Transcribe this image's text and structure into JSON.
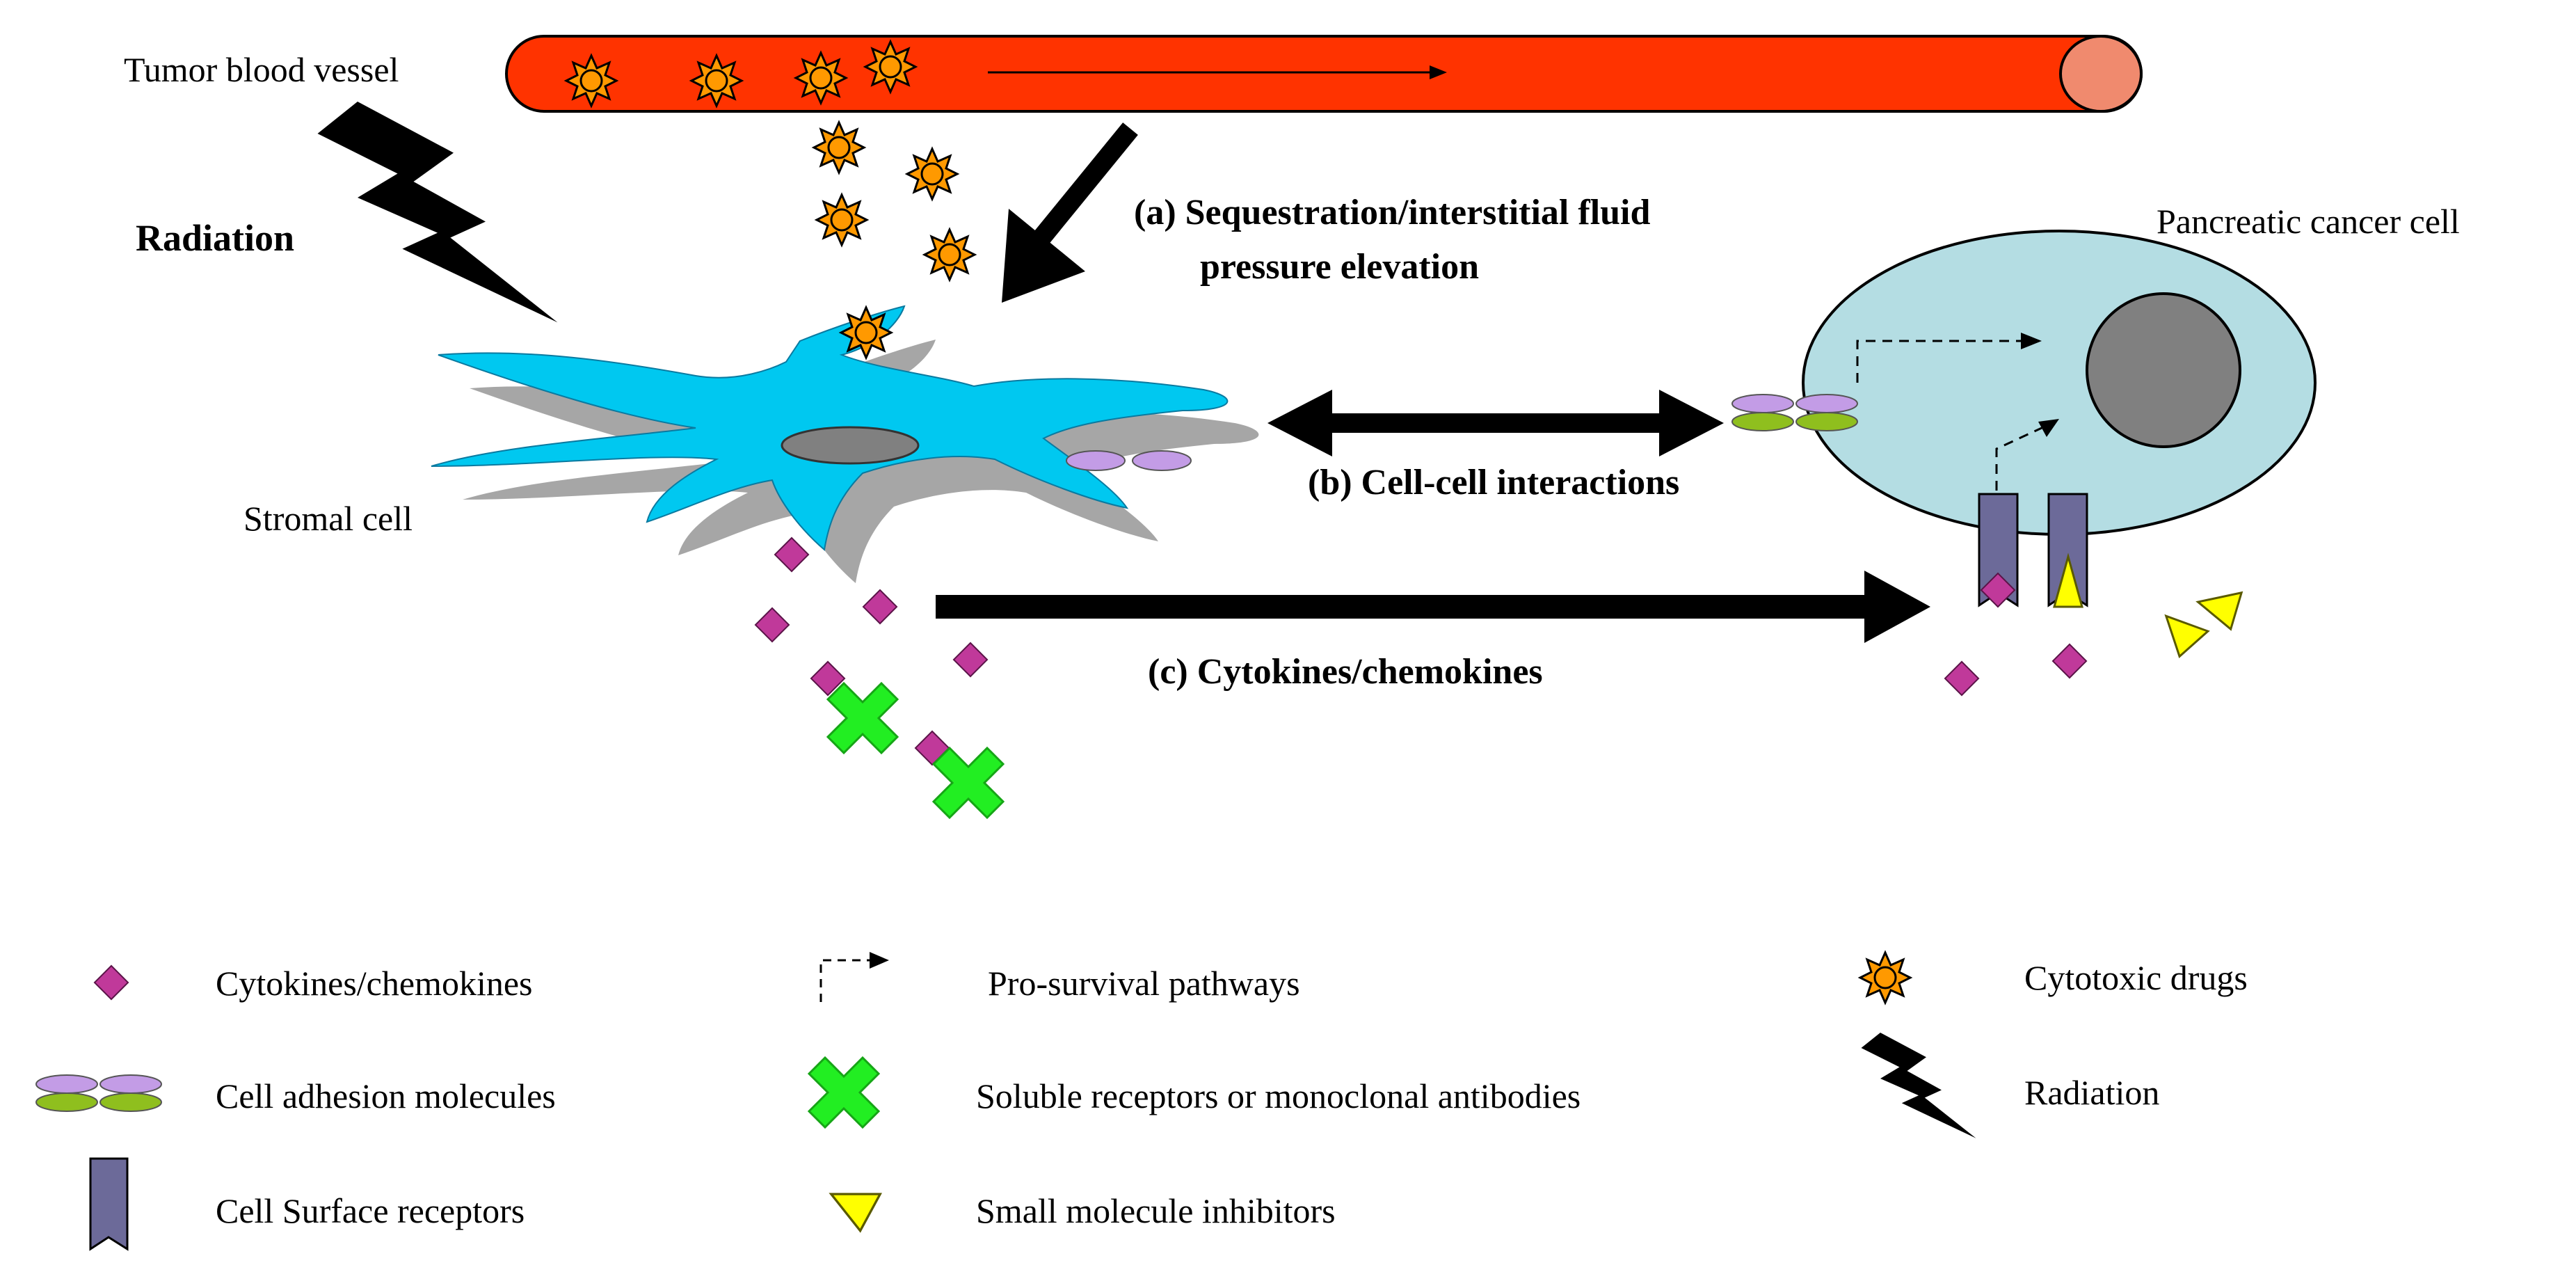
{
  "labels": {
    "tumor_vessel": "Tumor blood vessel",
    "radiation": "Radiation",
    "pancreatic_cell": "Pancreatic cancer cell",
    "stromal_cell": "Stromal cell",
    "sequestration_line1": "(a) Sequestration/interstitial fluid",
    "sequestration_line2": "pressure elevation",
    "cell_cell": "(b) Cell-cell interactions",
    "cytokines_arrow": "(c) Cytokines/chemokines"
  },
  "legend": {
    "cytokines": "Cytokines/chemokines",
    "adhesion": "Cell adhesion molecules",
    "receptors": "Cell Surface receptors",
    "pro_survival": "Pro-survival pathways",
    "soluble": "Soluble receptors or monoclonal antibodies",
    "small_molecule": "Small molecule inhibitors",
    "cytotoxic": "Cytotoxic drugs",
    "radiation": "Radiation"
  },
  "colors": {
    "vessel": "#ff3300",
    "vessel_end": "#f08a6e",
    "stromal": "#00c8f0",
    "stromal_shadow": "#a6a6a6",
    "cancer_cell": "#b4dde3",
    "nucleus": "#808080",
    "cytokine": "#c0399a",
    "adhesion_top": "#c39ce6",
    "adhesion_bottom": "#8fbf1e",
    "receptor": "#6c6a99",
    "antibody": "#22ee22",
    "inhibitor": "#ffff00",
    "drug": "#ff9900"
  }
}
